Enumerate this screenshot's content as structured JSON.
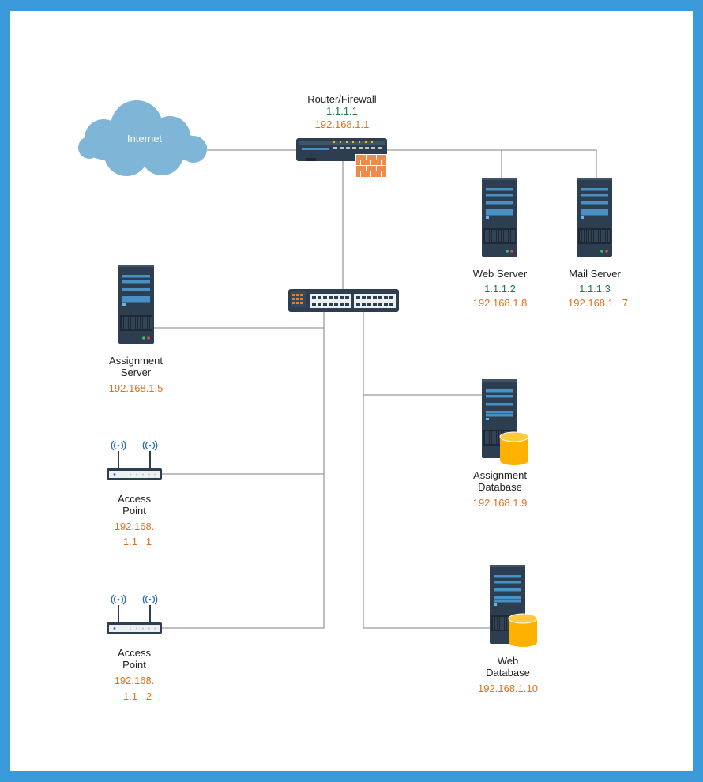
{
  "internet": {
    "label": "Internet"
  },
  "router": {
    "label": "Router/Firewall",
    "public_ip": "1.1.1.1",
    "private_ip": "192.168.1.1"
  },
  "web_server": {
    "label": "Web Server",
    "public_ip": "1.1.1.2",
    "private_ip": "192.168.1.8"
  },
  "mail_server": {
    "label": "Mail Server",
    "public_ip": "1.1.1.3",
    "private_ip": "192.168.1.  7"
  },
  "assignment_server": {
    "label_line1": "Assignment",
    "label_line2": "Server",
    "private_ip": "192.168.1.5"
  },
  "access_point_1": {
    "label_line1": "Access",
    "label_line2": "Point",
    "ip_line1": "192.168.",
    "ip_line2": "1.1   1"
  },
  "access_point_2": {
    "label_line1": "Access",
    "label_line2": "Point",
    "ip_line1": "192.168.",
    "ip_line2": "1.1   2"
  },
  "assignment_database": {
    "label_line1": "Assignment",
    "label_line2": "Database",
    "private_ip": "192.168.1.9"
  },
  "web_database": {
    "label_line1": "Web",
    "label_line2": "Database",
    "private_ip": "192.168.1.10"
  },
  "colors": {
    "frame": "#3a9ad9",
    "cloud": "#7fb5d6",
    "public_ip": "#1e7a4e",
    "private_ip": "#e07020",
    "server": "#2c3e50",
    "database": "#ffb100",
    "firewall": "#f08a4b"
  },
  "icons": [
    "cloud-icon",
    "router-icon",
    "firewall-icon",
    "switch-icon",
    "server-icon",
    "access-point-icon",
    "database-icon"
  ]
}
